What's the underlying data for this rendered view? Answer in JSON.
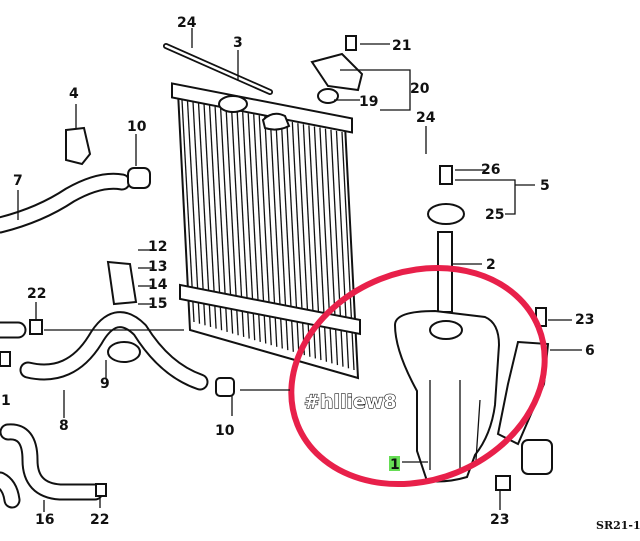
{
  "diagram": {
    "part_labels": [
      "24",
      "3",
      "21",
      "20",
      "19",
      "4",
      "10",
      "24",
      "26",
      "5",
      "25",
      "7",
      "2",
      "12",
      "13",
      "14",
      "15",
      "22",
      "23",
      "6",
      "1",
      "8",
      "9",
      "10",
      "1",
      "16",
      "22",
      "23"
    ],
    "highlighted_part": "1",
    "diagram_code": "SR21-1",
    "watermark": "#hlliew8",
    "colors": {
      "highlight_circle": "#e8204a",
      "highlight_label": "#66dd55",
      "ink": "#111111"
    }
  }
}
